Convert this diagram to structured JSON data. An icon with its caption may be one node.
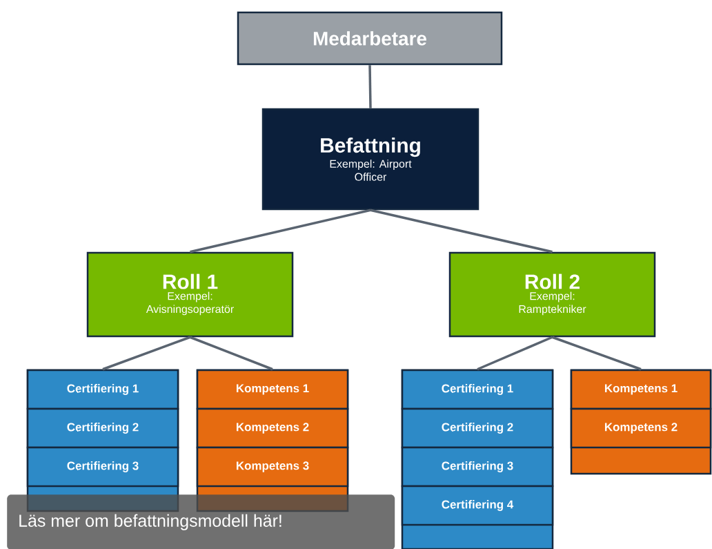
{
  "diagram": {
    "caption": "Läs mer om befattningsmodell här!",
    "nodes": [
      {
        "text": [
          "Medarbetare"
        ]
      },
      {
        "text": [
          "Befattning",
          "Exempel: Airport Officer"
        ]
      },
      {
        "text": [
          "Roll 1",
          "Exempel: Avisningsoperatör"
        ]
      },
      {
        "text": [
          "Roll 2",
          "Exempel: Ramptekniker"
        ]
      },
      {
        "text": [],
        "shape": "box"
      },
      {
        "text": [
          "Certifiering 1"
        ],
        "in": 4
      },
      {
        "text": [
          "Certifiering 2"
        ],
        "in": 4
      },
      {
        "text": [
          "Certifiering 3"
        ],
        "in": 4
      },
      {
        "text": [],
        "shape": "box"
      },
      {
        "text": [
          "Kompetens 1"
        ],
        "in": 8
      },
      {
        "text": [
          "Kompetens 2"
        ],
        "in": 8
      },
      {
        "text": [
          "Kompetens 3"
        ],
        "in": 8
      },
      {
        "text": [],
        "shape": "box"
      },
      {
        "text": [
          "Certifiering 1"
        ],
        "in": 12
      },
      {
        "text": [
          "Certifiering 2"
        ],
        "in": 12
      },
      {
        "text": [
          "Certifiering 3"
        ],
        "in": 12
      },
      {
        "text": [
          "Certifiering 4"
        ],
        "in": 12
      },
      {
        "text": [],
        "shape": "box"
      },
      {
        "text": [
          "Kompetens 1"
        ],
        "in": 17
      },
      {
        "text": [
          "Kompetens 2"
        ],
        "in": 17
      }
    ],
    "edges": [
      {
        "from": 0,
        "to": 1,
        "arrow": "none"
      },
      {
        "from": 1,
        "to": 2,
        "arrow": "none"
      },
      {
        "from": 1,
        "to": 3,
        "arrow": "none"
      },
      {
        "from": 2,
        "to": 4,
        "arrow": "none"
      },
      {
        "from": 2,
        "to": 8,
        "arrow": "none"
      },
      {
        "from": 3,
        "to": 12,
        "arrow": "none"
      },
      {
        "from": 3,
        "to": 17,
        "arrow": "none"
      }
    ]
  }
}
